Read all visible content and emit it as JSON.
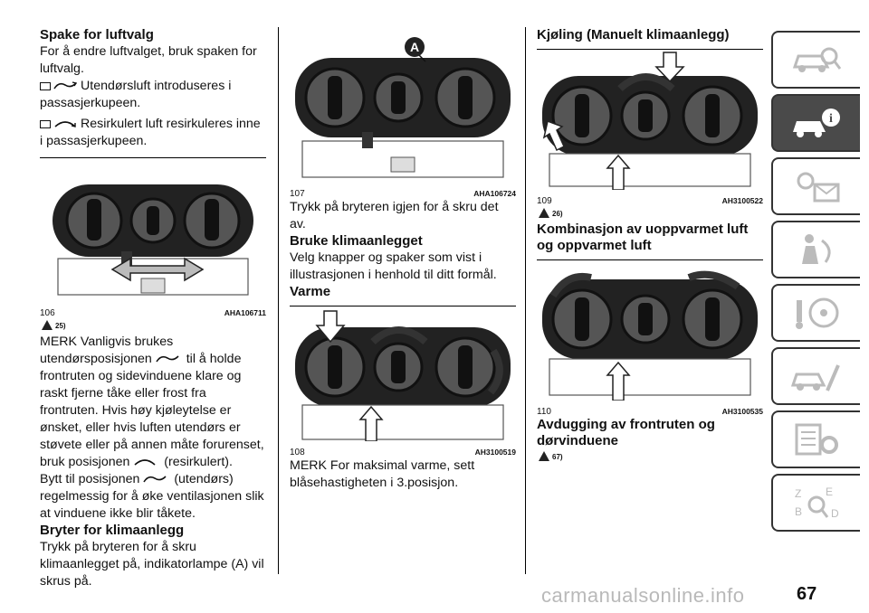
{
  "col1": {
    "h_luftvalg": "Spake for luftvalg",
    "p_luftvalg": "For å endre luftvalget, bruk spaken for luftvalg.",
    "p_utendors": "Utendørsluft introduseres i passasjerkupeen.",
    "p_resirk": "Resirkulert luft resirkuleres inne i passasjerkupeen.",
    "fig_num": "106",
    "fig_code": "AHA106711",
    "note_ref": "25)",
    "p_merk_a": "MERK Vanligvis brukes utendørsposisjonen",
    "p_merk_b": "til å holde frontruten og sidevinduene klare og raskt fjerne tåke eller frost fra frontruten. Hvis høy kjøleytelse er ønsket, eller hvis luften utendørs er støvete eller på annen måte forurenset, bruk posisjonen",
    "p_merk_c": "(resirkulert).",
    "p_bytt_a": "Bytt til posisjonen",
    "p_bytt_b": "(utendørs) regelmessig for å øke ventilasjonen slik at vinduene ikke blir tåkete.",
    "h_bryter": "Bryter for klimaanlegg",
    "p_bryter": "Trykk på bryteren for å skru klimaanlegget på, indikatorlampe (A) vil skrus på."
  },
  "col2": {
    "fig1_label": "A",
    "fig1_num": "107",
    "fig1_code": "AHA106724",
    "p_trykk": "Trykk på bryteren igjen for å skru det av.",
    "h_bruke": "Bruke klimaanlegget",
    "p_velg": "Velg knapper og spaker som vist i illustrasjonen i henhold til ditt formål.",
    "h_varme": "Varme",
    "fig2_num": "108",
    "fig2_code": "AH3100519",
    "p_merk": "MERK For maksimal varme, sett blåsehastigheten i 3.posisjon."
  },
  "col3": {
    "h_kjoling": "Kjøling (Manuelt klimaanlegg)",
    "fig1_num": "109",
    "fig1_code": "AH3100522",
    "note_ref": "26)",
    "h_komb": "Kombinasjon av uoppvarmet luft og oppvarmet luft",
    "fig2_num": "110",
    "fig2_code": "AH3100535",
    "h_avdugg": "Avdugging av frontruten og dørvinduene",
    "note_ref2": "67)"
  },
  "tabs": [
    "car-search-icon",
    "car-info-icon",
    "warning-light-mail-icon",
    "seatbelt-airbag-icon",
    "key-steering-icon",
    "car-wrench-icon",
    "checklist-gear-icon",
    "index-search-icon"
  ],
  "page_number": "67",
  "watermark": "carmanualsonline.info"
}
